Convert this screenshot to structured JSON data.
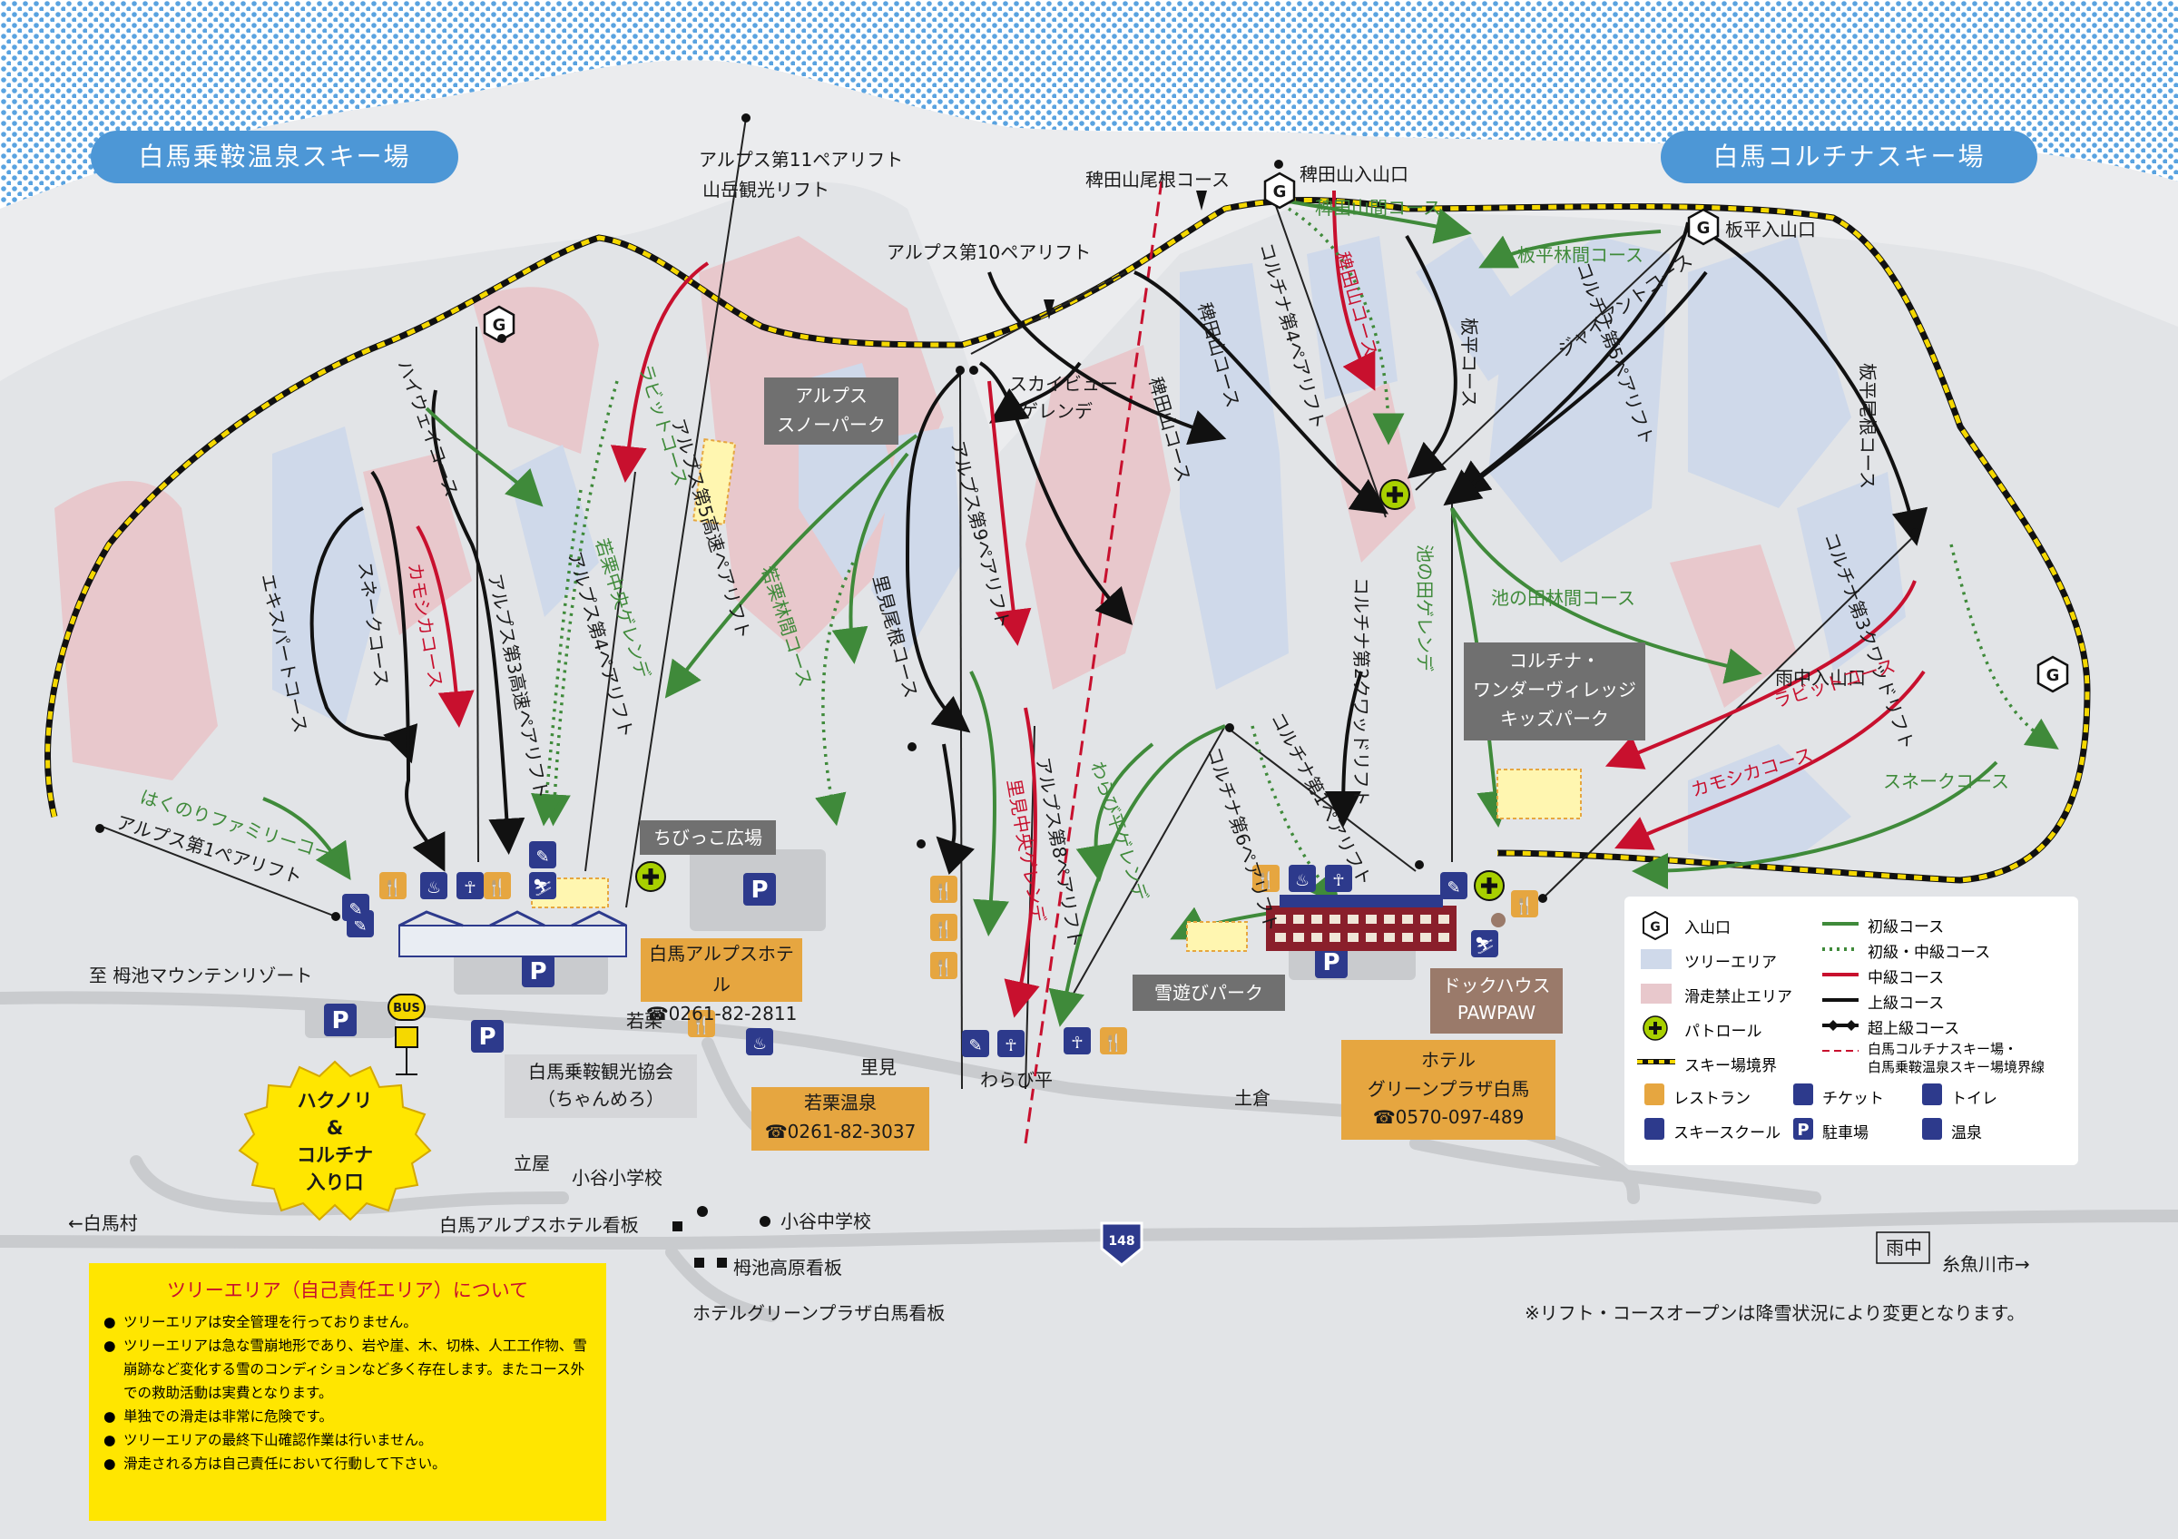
{
  "title_left": "白馬乗鞍温泉スキー場",
  "title_right": "白馬コルチナスキー場",
  "labels": {
    "alps11": "アルプス第11ペアリフト",
    "sangaku": "山岳観光リフト",
    "hiedaone": "稗田山尾根コース",
    "hiedayama_entrance": "稗田山入山口",
    "hiedayama_kan": "稗田山間コース",
    "hiedayama_course_red": "稗田山コース",
    "itadaira_entrance": "板平入山口",
    "itadaira_rinkan": "板平林間コース",
    "alps10": "アルプス第10ペアリフト",
    "skyview": "スカイビュー\nゲレンデ",
    "snowpark": "アルプス\nスノーパーク",
    "rabbit_left": "ラビットコース",
    "highway": "ハイウェイコース",
    "kamoshika_left": "カモシカコース",
    "expert": "エキスパートコース",
    "snake_left": "スネークコース",
    "alps3": "アルプス第3高速ペアリフト",
    "alps4": "アルプス第4ペアリフト",
    "wakaguri_chuo": "若栗中央ゲレンデ",
    "alps5": "アルプス第5高速ペアリフト",
    "wakaguri_rinkan": "若栗林間コース",
    "alps9": "アルプス第9ペアリフト",
    "satomi_one": "里見尾根コース",
    "alps8": "アルプス第8ペアリフト",
    "satomi_chuo": "里見中央ゲレンデ",
    "hieda2": "稗田山コース",
    "hieda3": "稗田山コース",
    "cortina4": "コルチナ第4ペアリフト",
    "itadaira_course": "板平コース",
    "cortina5": "コルチナ第5ペアリフト",
    "giant": "ジャイアントコース",
    "itadaira_one": "板平尾根コース",
    "ikenota_gerende": "池の田ゲレンデ",
    "cortina2": "コルチナ第2クワッドリフト",
    "ikenota_rinkan": "池の田林間コース",
    "cortina3": "コルチナ第3クワッドリフト",
    "amenaka_entrance": "雨中入山口",
    "rabbit_right": "ラビットコース",
    "kamoshika_right": "カモシカコース",
    "snake_right": "スネークコース",
    "cortina1": "コルチナ第1ペアリフト",
    "cortina6": "コルチナ第6ペアリフト",
    "warabi_gerende": "わらび平ゲレンデ",
    "hakunori_family": "はくのりファミリーコース",
    "alps1": "アルプス第1ペアリフト",
    "chibikko": "ちびっこ広場",
    "tsugaike": "至 栂池マウンテンリゾート",
    "wakaguri": "若栗",
    "satomi": "里見",
    "warabidaira": "わらび平",
    "dokura": "土倉",
    "tatsuya": "立屋",
    "otari_elem": "小谷小学校",
    "otari_jr": "小谷中学校",
    "hakuba_vil": "←白馬村",
    "alps_hotel_sign": "白馬アルプスホテル看板",
    "tsugaike_sign": "栂池高原看板",
    "green_sign": "ホテルグリーンプラザ白馬看板",
    "amenaka": "雨中",
    "itoigawa": "糸魚川市→",
    "route": "148",
    "yuki_park": "雪遊びパーク",
    "bus": "BUS",
    "disclaimer": "※リフト・コースオープンは降雪状況により変更となります。"
  },
  "hakunori_entrance": [
    "ハクノリ",
    "&",
    "コルチナ",
    "入り口"
  ],
  "hotels": {
    "alps_hotel_name": "白馬アルプスホテル",
    "alps_hotel_tel": "☎0261-82-2811",
    "kanko_kyokai": "白馬乗鞍観光協会\n（ちゃんめろ）",
    "wakaguri_onsen": "若栗温泉",
    "wakaguri_onsen_tel": "☎0261-82-3037",
    "green_plaza": "ホテル\nグリーンプラザ白馬",
    "green_plaza_tel": "☎0570-097-489",
    "wonder_village": "コルチナ・\nワンダーヴィレッジ\nキッズパーク",
    "dockhouse": "ドックハウス\nPAWPAW"
  },
  "notice": {
    "heading": "ツリーエリア（自己責任エリア）について",
    "items": [
      "ツリーエリアは安全管理を行っておりません。",
      "ツリーエリアは急な雪崩地形であり、岩や崖、木、切株、人工工作物、雪崩跡など変化する雪のコンディションなど多く存在します。またコース外での救助活動は実費となります。",
      "単独での滑走は非常に危険です。",
      "ツリーエリアの最終下山確認作業は行いません。",
      "滑走される方は自己責任において行動して下さい。"
    ]
  },
  "legend": {
    "entrance": "入山口",
    "tree": "ツリーエリア",
    "nosk": "滑走禁止エリア",
    "patrol": "パトロール",
    "boundary": "スキー場境界",
    "restaurant": "レストラン",
    "ticket": "チケット",
    "toilet": "トイレ",
    "school": "スキースクール",
    "parking": "駐車場",
    "onsen": "温泉",
    "beginner": "初級コース",
    "beg_int": "初級・中級コース",
    "intermediate": "中級コース",
    "advanced": "上級コース",
    "expert": "超上級コース",
    "border": "白馬コルチナスキー場・\n白馬乗鞍温泉スキー場境界線"
  },
  "colors": {
    "beginner": "#3f8a3a",
    "intermediate": "#c8102e",
    "advanced": "#111111",
    "tree": "#cfd9ea",
    "nosk": "#e8c8cc",
    "sky": "#4d97d6",
    "hotel": "#e6a640",
    "boundary": "#f5d800",
    "patrol": "#a8d000"
  }
}
